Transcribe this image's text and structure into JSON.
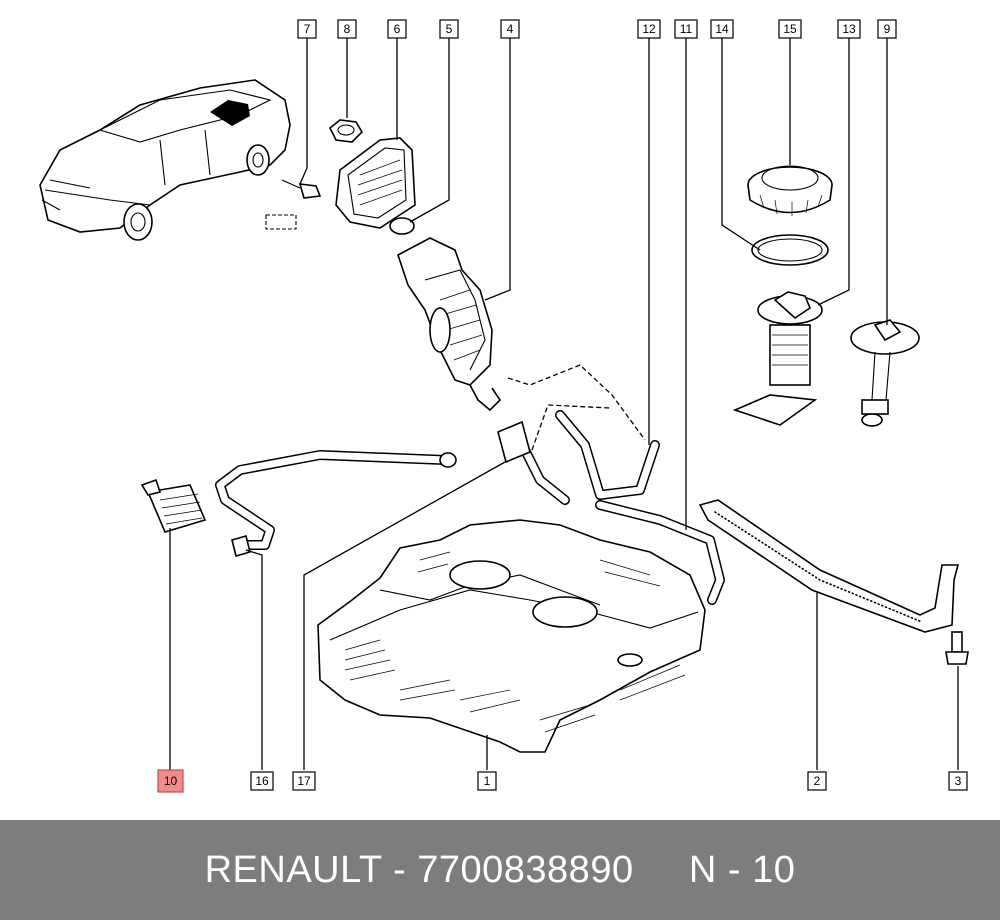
{
  "callouts": [
    {
      "id": "7"
    },
    {
      "id": "8"
    },
    {
      "id": "6"
    },
    {
      "id": "5"
    },
    {
      "id": "4"
    },
    {
      "id": "12"
    },
    {
      "id": "11"
    },
    {
      "id": "14"
    },
    {
      "id": "15"
    },
    {
      "id": "13"
    },
    {
      "id": "9"
    },
    {
      "id": "10",
      "highlighted": true
    },
    {
      "id": "16"
    },
    {
      "id": "17"
    },
    {
      "id": "1"
    },
    {
      "id": "2"
    },
    {
      "id": "3"
    }
  ],
  "colors": {
    "highlight_fill": "#f08c8c",
    "highlight_stroke": "#d34545",
    "footer_bg": "#7d7d7d",
    "footer_text": "#ffffff"
  },
  "footer": {
    "brand": "RENAULT",
    "separator": " - ",
    "part_number": "7700838890",
    "position_label": "N - 10"
  },
  "icons": [
    "car-silhouette-icon",
    "fuel-tank-icon",
    "fuel-filter-icon",
    "fuel-pump-icon",
    "fuel-gauge-sender-icon"
  ]
}
